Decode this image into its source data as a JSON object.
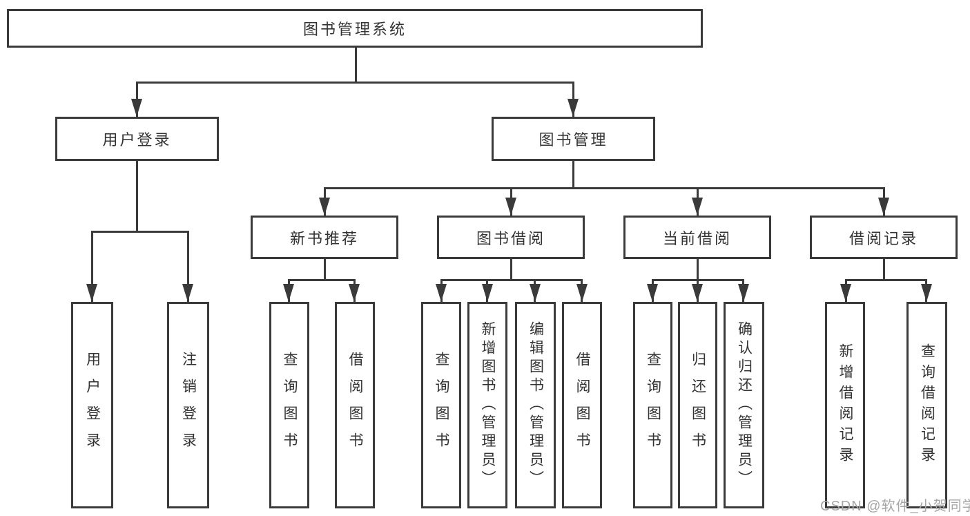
{
  "tree": {
    "label": "图书管理系统",
    "children": [
      {
        "label": "用户登录",
        "children": [
          {
            "label": "用户登录"
          },
          {
            "label": "注销登录"
          }
        ]
      },
      {
        "label": "图书管理",
        "children": [
          {
            "label": "新书推荐",
            "children": [
              {
                "label": "查询图书"
              },
              {
                "label": "借阅图书"
              }
            ]
          },
          {
            "label": "图书借阅",
            "children": [
              {
                "label": "查询图书"
              },
              {
                "label": "新增图书（管理员）"
              },
              {
                "label": "编辑图书（管理员）"
              },
              {
                "label": "借阅图书"
              }
            ]
          },
          {
            "label": "当前借阅",
            "children": [
              {
                "label": "查询图书"
              },
              {
                "label": "归还图书"
              },
              {
                "label": "确认归还（管理员）"
              }
            ]
          },
          {
            "label": "借阅记录",
            "children": [
              {
                "label": "新增借阅记录"
              },
              {
                "label": "查询借阅记录"
              }
            ]
          }
        ]
      }
    ]
  },
  "watermark": {
    "text": "CSDN @软件_小贺同学"
  },
  "colors": {
    "line": "#3a3a3a",
    "text": "#333333",
    "box_background": "#ffffff",
    "watermark": "#a6a6a6"
  }
}
